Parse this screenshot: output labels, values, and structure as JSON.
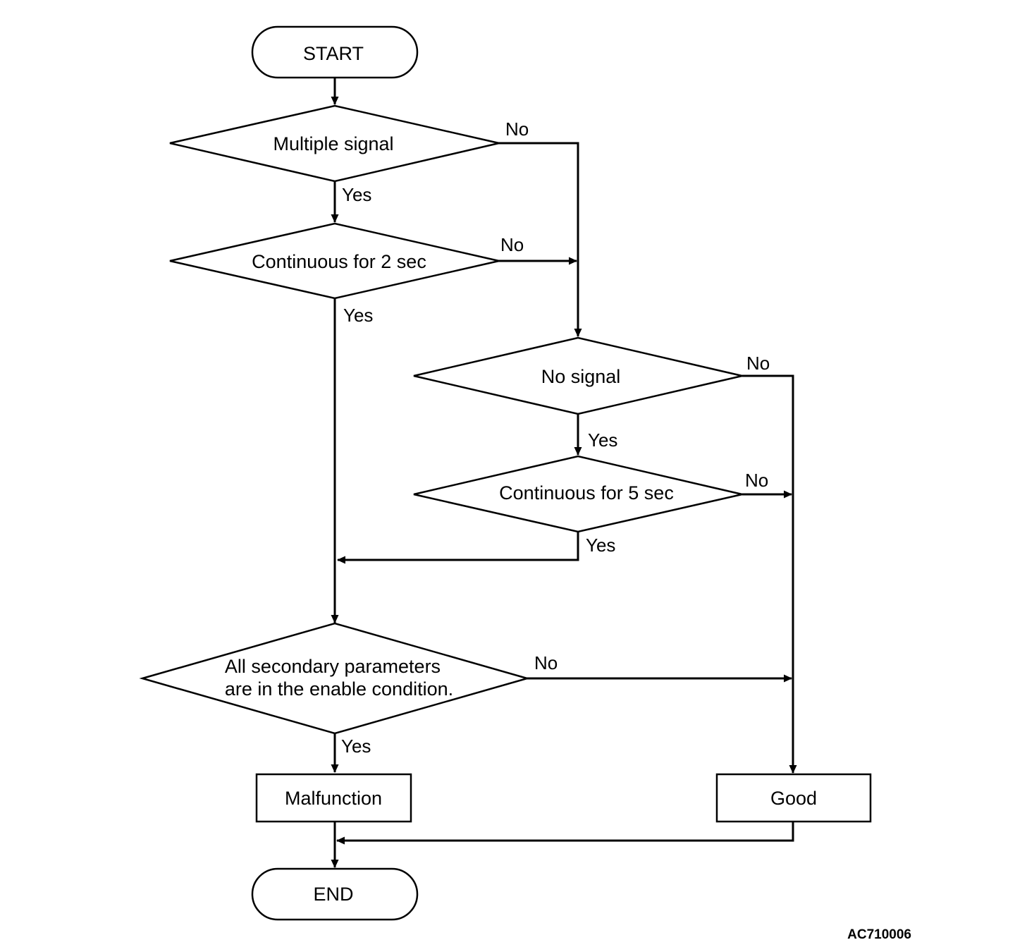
{
  "nodes": {
    "start": "START",
    "multiple_signal": "Multiple signal",
    "continuous_2": "Continuous for 2 sec",
    "no_signal": "No signal",
    "continuous_5": "Continuous for 5 sec",
    "secondary_line1": "All secondary parameters",
    "secondary_line2": "are in the enable condition.",
    "malfunction": "Malfunction",
    "good": "Good",
    "end": "END"
  },
  "branches": {
    "multiple_no": "No",
    "multiple_yes": "Yes",
    "cont2_no": "No",
    "cont2_yes": "Yes",
    "nosig_no": "No",
    "nosig_yes": "Yes",
    "cont5_no": "No",
    "cont5_yes": "Yes",
    "secondary_no": "No",
    "secondary_yes": "Yes"
  },
  "figure_code": "AC710006"
}
